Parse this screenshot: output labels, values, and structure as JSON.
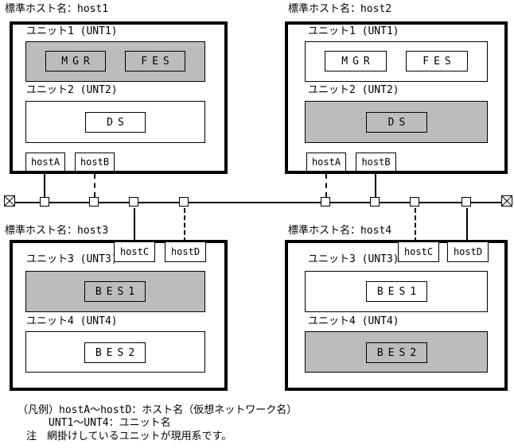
{
  "colors": {
    "shaded_fill": "#bcbcbc",
    "line": "#000000",
    "background": "#ffffff"
  },
  "hosts": [
    {
      "title": "標準ホスト名：host1",
      "port_edge": "bottom",
      "units": [
        {
          "label": "ユニット1 (UNT1)",
          "shaded": true,
          "servers": [
            {
              "name": "MGR",
              "shaded": true
            },
            {
              "name": "FES",
              "shaded": true
            }
          ]
        },
        {
          "label": "ユニット2 (UNT2)",
          "shaded": false,
          "servers": [
            {
              "name": "DS",
              "shaded": false
            }
          ]
        }
      ],
      "ports": [
        {
          "label": "hostA",
          "link": "solid"
        },
        {
          "label": "hostB",
          "link": "dashed"
        }
      ]
    },
    {
      "title": "標準ホスト名：host2",
      "port_edge": "bottom",
      "units": [
        {
          "label": "ユニット1 (UNT1)",
          "shaded": false,
          "servers": [
            {
              "name": "MGR",
              "shaded": false
            },
            {
              "name": "FES",
              "shaded": false
            }
          ]
        },
        {
          "label": "ユニット2 (UNT2)",
          "shaded": true,
          "servers": [
            {
              "name": "DS",
              "shaded": true
            }
          ]
        }
      ],
      "ports": [
        {
          "label": "hostA",
          "link": "dashed"
        },
        {
          "label": "hostB",
          "link": "solid"
        }
      ]
    },
    {
      "title": "標準ホスト名：host3",
      "port_edge": "top",
      "units": [
        {
          "label": "ユニット3 (UNT3)",
          "shaded": true,
          "servers": [
            {
              "name": "BES1",
              "shaded": true
            }
          ]
        },
        {
          "label": "ユニット4 (UNT4)",
          "shaded": false,
          "servers": [
            {
              "name": "BES2",
              "shaded": false
            }
          ]
        }
      ],
      "ports": [
        {
          "label": "hostC",
          "link": "solid"
        },
        {
          "label": "hostD",
          "link": "dashed"
        }
      ]
    },
    {
      "title": "標準ホスト名：host4",
      "port_edge": "top",
      "units": [
        {
          "label": "ユニット3 (UNT3)",
          "shaded": false,
          "servers": [
            {
              "name": "BES1",
              "shaded": false
            }
          ]
        },
        {
          "label": "ユニット4 (UNT4)",
          "shaded": true,
          "servers": [
            {
              "name": "BES2",
              "shaded": true
            }
          ]
        }
      ],
      "ports": [
        {
          "label": "hostC",
          "link": "dashed"
        },
        {
          "label": "hostD",
          "link": "solid"
        }
      ]
    }
  ],
  "network": {
    "terminators": 2,
    "tap_count": 8,
    "tap_links": [
      "solid-up",
      "dashed-up",
      "solid-down",
      "dashed-down",
      "dashed-up",
      "solid-up",
      "dashed-down",
      "solid-down"
    ]
  },
  "legend": {
    "line1": "（凡例）hostA～hostD：ホスト名（仮想ネットワーク名）",
    "line2": "UNT1～UNT4：ユニット名",
    "note": "注　網掛けしているユニットが現用系です。"
  }
}
